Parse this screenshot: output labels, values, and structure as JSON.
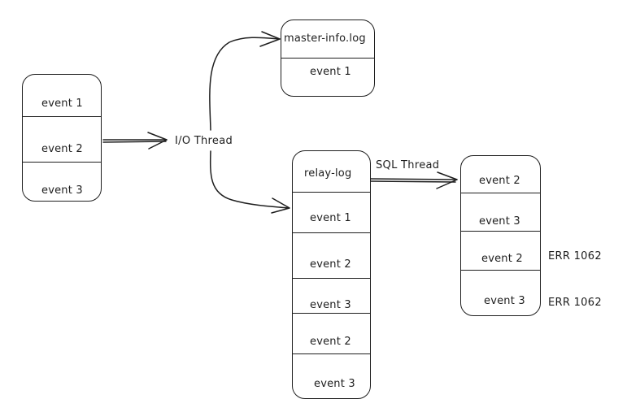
{
  "source": {
    "events": [
      "event 1",
      "event 2",
      "event 3"
    ]
  },
  "io_thread_label": "I/O Thread",
  "master_info": {
    "title": "master-info.log",
    "events": [
      "event 1"
    ]
  },
  "relay_log": {
    "title": "relay-log",
    "events": [
      "event 1",
      "event 2",
      "event 3",
      "event 2",
      "event 3"
    ]
  },
  "sql_thread_label": "SQL Thread",
  "replica": {
    "events": [
      "event 2",
      "event 3",
      "event 2",
      "event 3"
    ],
    "errors": [
      "ERR 1062",
      "ERR 1062"
    ]
  }
}
